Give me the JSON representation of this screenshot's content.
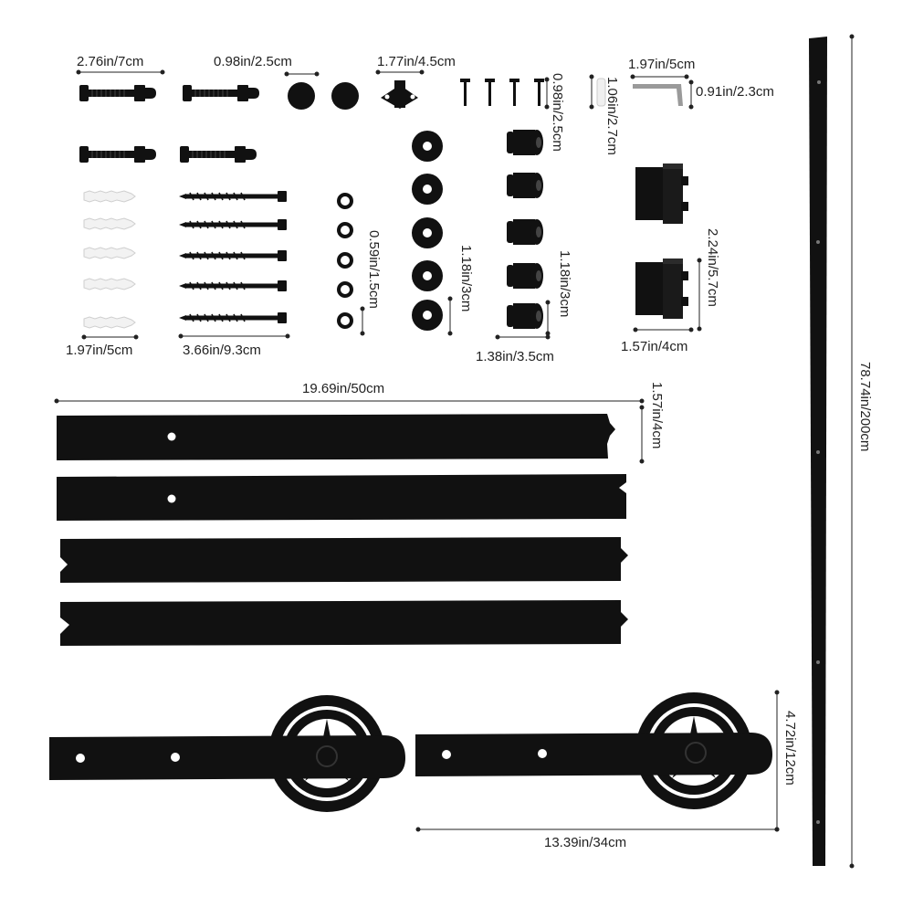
{
  "colors": {
    "hardware": "#111111",
    "dimension_line": "#222222",
    "anchor": "#eeeeee",
    "background": "#ffffff"
  },
  "dimensions": {
    "bolt_long": "2.76in/7cm",
    "cap_nut": "0.98in/2.5cm",
    "floor_guide": "1.77in/4.5cm",
    "small_screw": "0.98in/2.5cm",
    "wrench_height": "1.06in/2.7cm",
    "wrench_length": "1.97in/5cm",
    "wrench_short": "0.91in/2.3cm",
    "anchor_length": "1.97in/5cm",
    "lag_screw": "3.66in/9.3cm",
    "small_washer": "0.59in/1.5cm",
    "large_washer": "1.18in/3cm",
    "spacer_height": "1.18in/3cm",
    "spacer_width": "1.38in/3.5cm",
    "stopper_height": "2.24in/5.7cm",
    "stopper_width": "1.57in/4cm",
    "connector_length": "19.69in/50cm",
    "connector_height": "1.57in/4cm",
    "rail_length": "78.74in/200cm",
    "hanger_height": "4.72in/12cm",
    "hanger_length": "13.39in/34cm"
  }
}
